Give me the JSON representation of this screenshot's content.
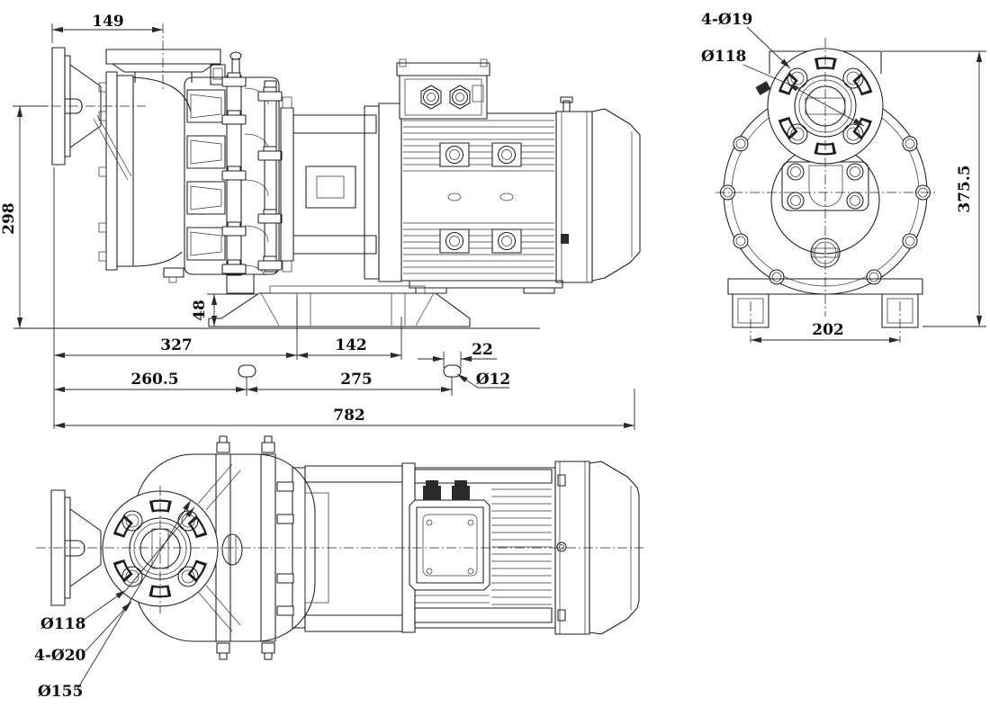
{
  "drawing": {
    "line_color": "#1c1c1e",
    "background": "#ffffff"
  },
  "side_view": {
    "dim_flange_to_discharge": "149",
    "dim_inlet_center_height": "298",
    "dim_base_height": "48",
    "dim_flange_to_base_slot": "327",
    "dim_base_slot_spacing": "142",
    "dim_foot_slot_length": "22",
    "dim_first_slot_offset": "260.5",
    "dim_slot_spacing": "275",
    "dim_slot_width": "Ø12",
    "dim_overall_length": "782"
  },
  "front_view": {
    "dim_flange_bolt_holes": "4-Ø19",
    "dim_flange_bolt_circle": "Ø118",
    "dim_overall_height": "375.5",
    "dim_foot_spacing": "202"
  },
  "top_view": {
    "dim_flange_bolt_circle": "Ø118",
    "dim_flange_bolt_holes": "4-Ø20",
    "dim_flange_outer_diameter": "Ø155"
  }
}
